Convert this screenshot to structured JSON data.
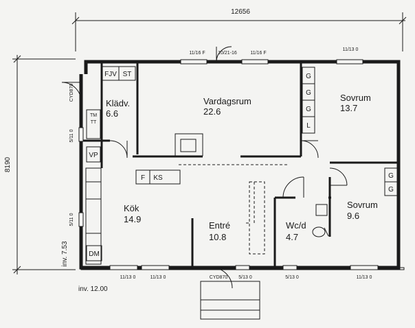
{
  "dimensions": {
    "overall_width": "12656",
    "overall_depth": "8190",
    "inv_width": "inv. 12.00",
    "inv_depth": "inv. 7.53"
  },
  "rooms": {
    "kladv": {
      "name": "Klädv.",
      "area": "6.6"
    },
    "vardagsrum": {
      "name": "Vardagsrum",
      "area": "22.6"
    },
    "sovrum1": {
      "name": "Sovrum",
      "area": "13.7"
    },
    "kok": {
      "name": "Kök",
      "area": "14.9"
    },
    "entre": {
      "name": "Entré",
      "area": "10.8"
    },
    "wcd": {
      "name": "Wc/d",
      "area": "4.7"
    },
    "sovrum2": {
      "name": "Sovrum",
      "area": "9.6"
    }
  },
  "fixtures": {
    "fjv": "FJV",
    "st": "ST",
    "tm": "TM",
    "tt": "TT",
    "vp": "VP",
    "f": "F",
    "ks": "KS",
    "dm": "DM",
    "g": "G",
    "l": "L"
  },
  "windows": {
    "top_left": "11/16 F",
    "top_door": "10/21-16",
    "top_right": "11/16 F",
    "top_sovrum": "11/13 0",
    "left_upper": "5/11 0",
    "left_lower": "5/11 0",
    "door_left": "CYD870",
    "door_front": "CYD870",
    "bottom_1": "11/13 0",
    "bottom_2": "11/13 0",
    "bottom_3": "5/13 0",
    "bottom_4": "5/13 0",
    "bottom_5": "11/13 0"
  }
}
